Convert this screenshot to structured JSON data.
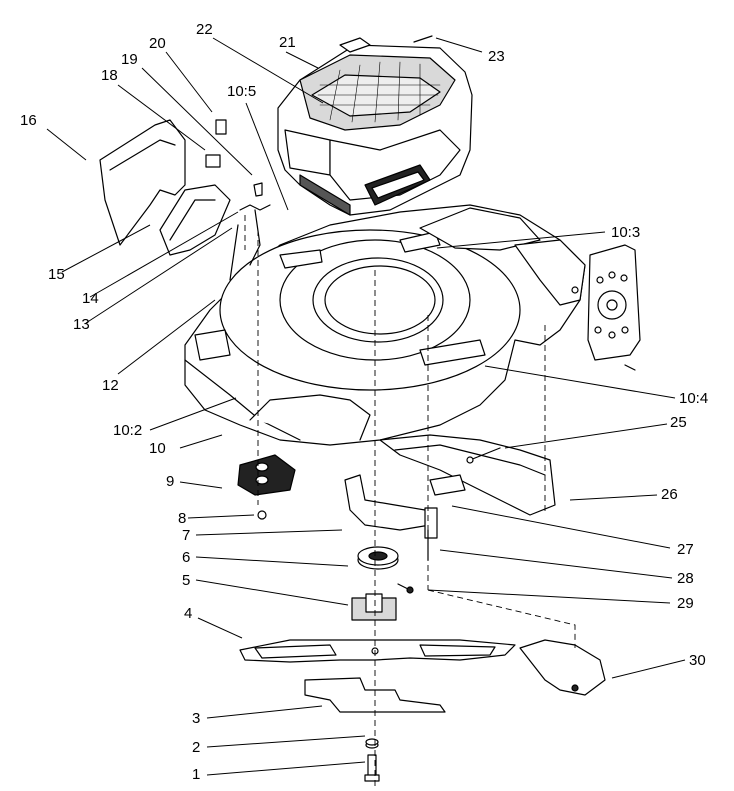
{
  "labels": {
    "l1": "1",
    "l2": "2",
    "l3": "3",
    "l4": "4",
    "l5": "5",
    "l6": "6",
    "l7": "7",
    "l8": "8",
    "l9": "9",
    "l10": "10",
    "l10_2": "10:2",
    "l10_3": "10:3",
    "l10_4": "10:4",
    "l10_5": "10:5",
    "l12": "12",
    "l13": "13",
    "l14": "14",
    "l15": "15",
    "l16": "16",
    "l18": "18",
    "l19": "19",
    "l20": "20",
    "l21": "21",
    "l22": "22",
    "l23": "23",
    "l25": "25",
    "l26": "26",
    "l27": "27",
    "l28": "28",
    "l29": "29",
    "l30": "30"
  },
  "colors": {
    "line": "#000000",
    "background": "#ffffff",
    "shade": "#d9d9d9",
    "dark": "#222222"
  }
}
